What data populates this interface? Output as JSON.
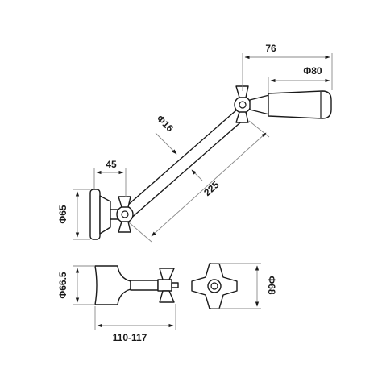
{
  "dimensions": {
    "shower_head_offset": "76",
    "shower_head_diameter": "Φ80",
    "arm_diameter": "Φ16",
    "flange_offset": "45",
    "arm_length": "225",
    "flange_diameter": "Φ65",
    "bottom_flange_diameter": "Φ66.5",
    "depth_range": "110-117",
    "handle_span": "Φ68"
  }
}
